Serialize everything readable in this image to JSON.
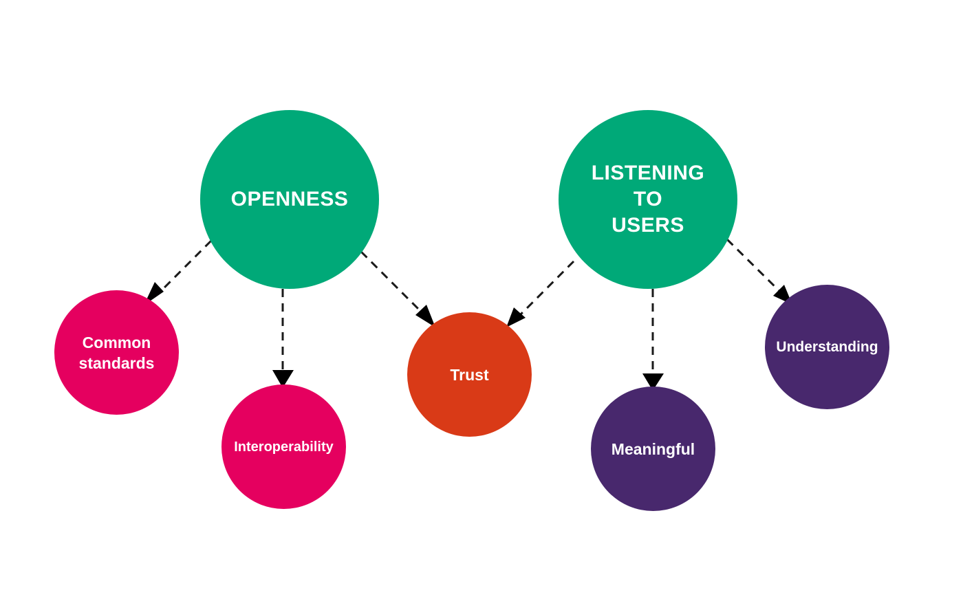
{
  "colors": {
    "primary": "#00a978",
    "openness_child": "#e5005f",
    "trust": "#d93a17",
    "listening_child": "#48286d",
    "arrow": "#1a1a1a"
  },
  "nodes": {
    "openness": {
      "label": "OPENNESS"
    },
    "listening": {
      "label": "LISTENING\nTO\nUSERS"
    },
    "common_standards": {
      "label": "Common\nstandards"
    },
    "interoperability": {
      "label": "Interoperability"
    },
    "trust": {
      "label": "Trust"
    },
    "meaningful": {
      "label": "Meaningful"
    },
    "understanding": {
      "label": "Understanding"
    }
  },
  "edges": [
    {
      "from": "OPENNESS",
      "to": "Common standards",
      "style": "dashed-arrow"
    },
    {
      "from": "OPENNESS",
      "to": "Interoperability",
      "style": "dashed-arrow"
    },
    {
      "from": "OPENNESS",
      "to": "Trust",
      "style": "dashed-arrow"
    },
    {
      "from": "LISTENING TO USERS",
      "to": "Trust",
      "style": "dashed-arrow"
    },
    {
      "from": "LISTENING TO USERS",
      "to": "Meaningful",
      "style": "dashed-arrow"
    },
    {
      "from": "LISTENING TO USERS",
      "to": "Understanding",
      "style": "dashed-arrow"
    }
  ]
}
